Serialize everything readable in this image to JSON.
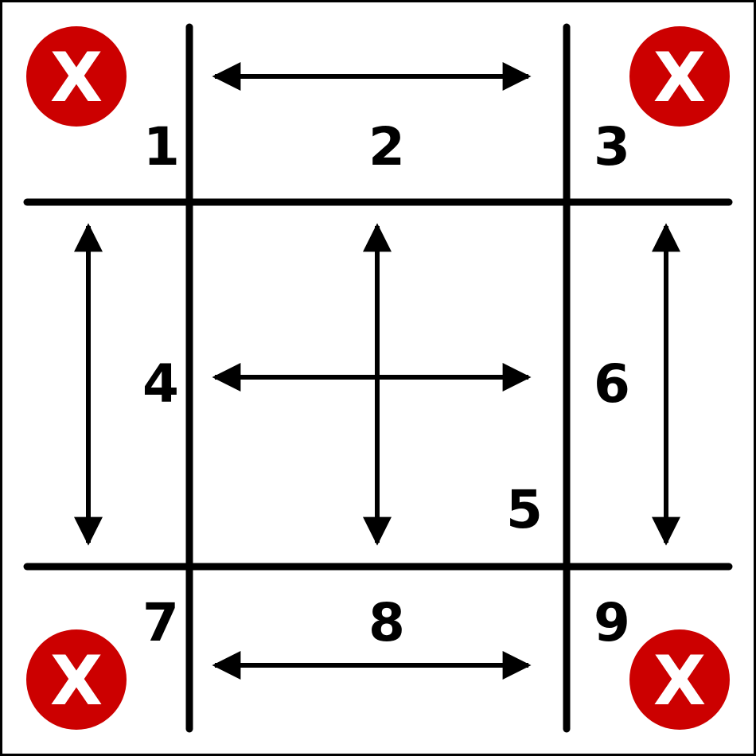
{
  "diagram": {
    "cells": [
      {
        "id": 1,
        "label": "1",
        "blocked": true,
        "arrow": "none"
      },
      {
        "id": 2,
        "label": "2",
        "blocked": false,
        "arrow": "horizontal"
      },
      {
        "id": 3,
        "label": "3",
        "blocked": true,
        "arrow": "none"
      },
      {
        "id": 4,
        "label": "4",
        "blocked": false,
        "arrow": "vertical"
      },
      {
        "id": 5,
        "label": "5",
        "blocked": false,
        "arrow": "both"
      },
      {
        "id": 6,
        "label": "6",
        "blocked": false,
        "arrow": "vertical"
      },
      {
        "id": 7,
        "label": "7",
        "blocked": true,
        "arrow": "none"
      },
      {
        "id": 8,
        "label": "8",
        "blocked": false,
        "arrow": "horizontal"
      },
      {
        "id": 9,
        "label": "9",
        "blocked": true,
        "arrow": "none"
      }
    ],
    "blocked_symbol": "X",
    "colors": {
      "blocked": "#CC0000",
      "lines": "#000000",
      "background": "#FFFFFF"
    }
  }
}
